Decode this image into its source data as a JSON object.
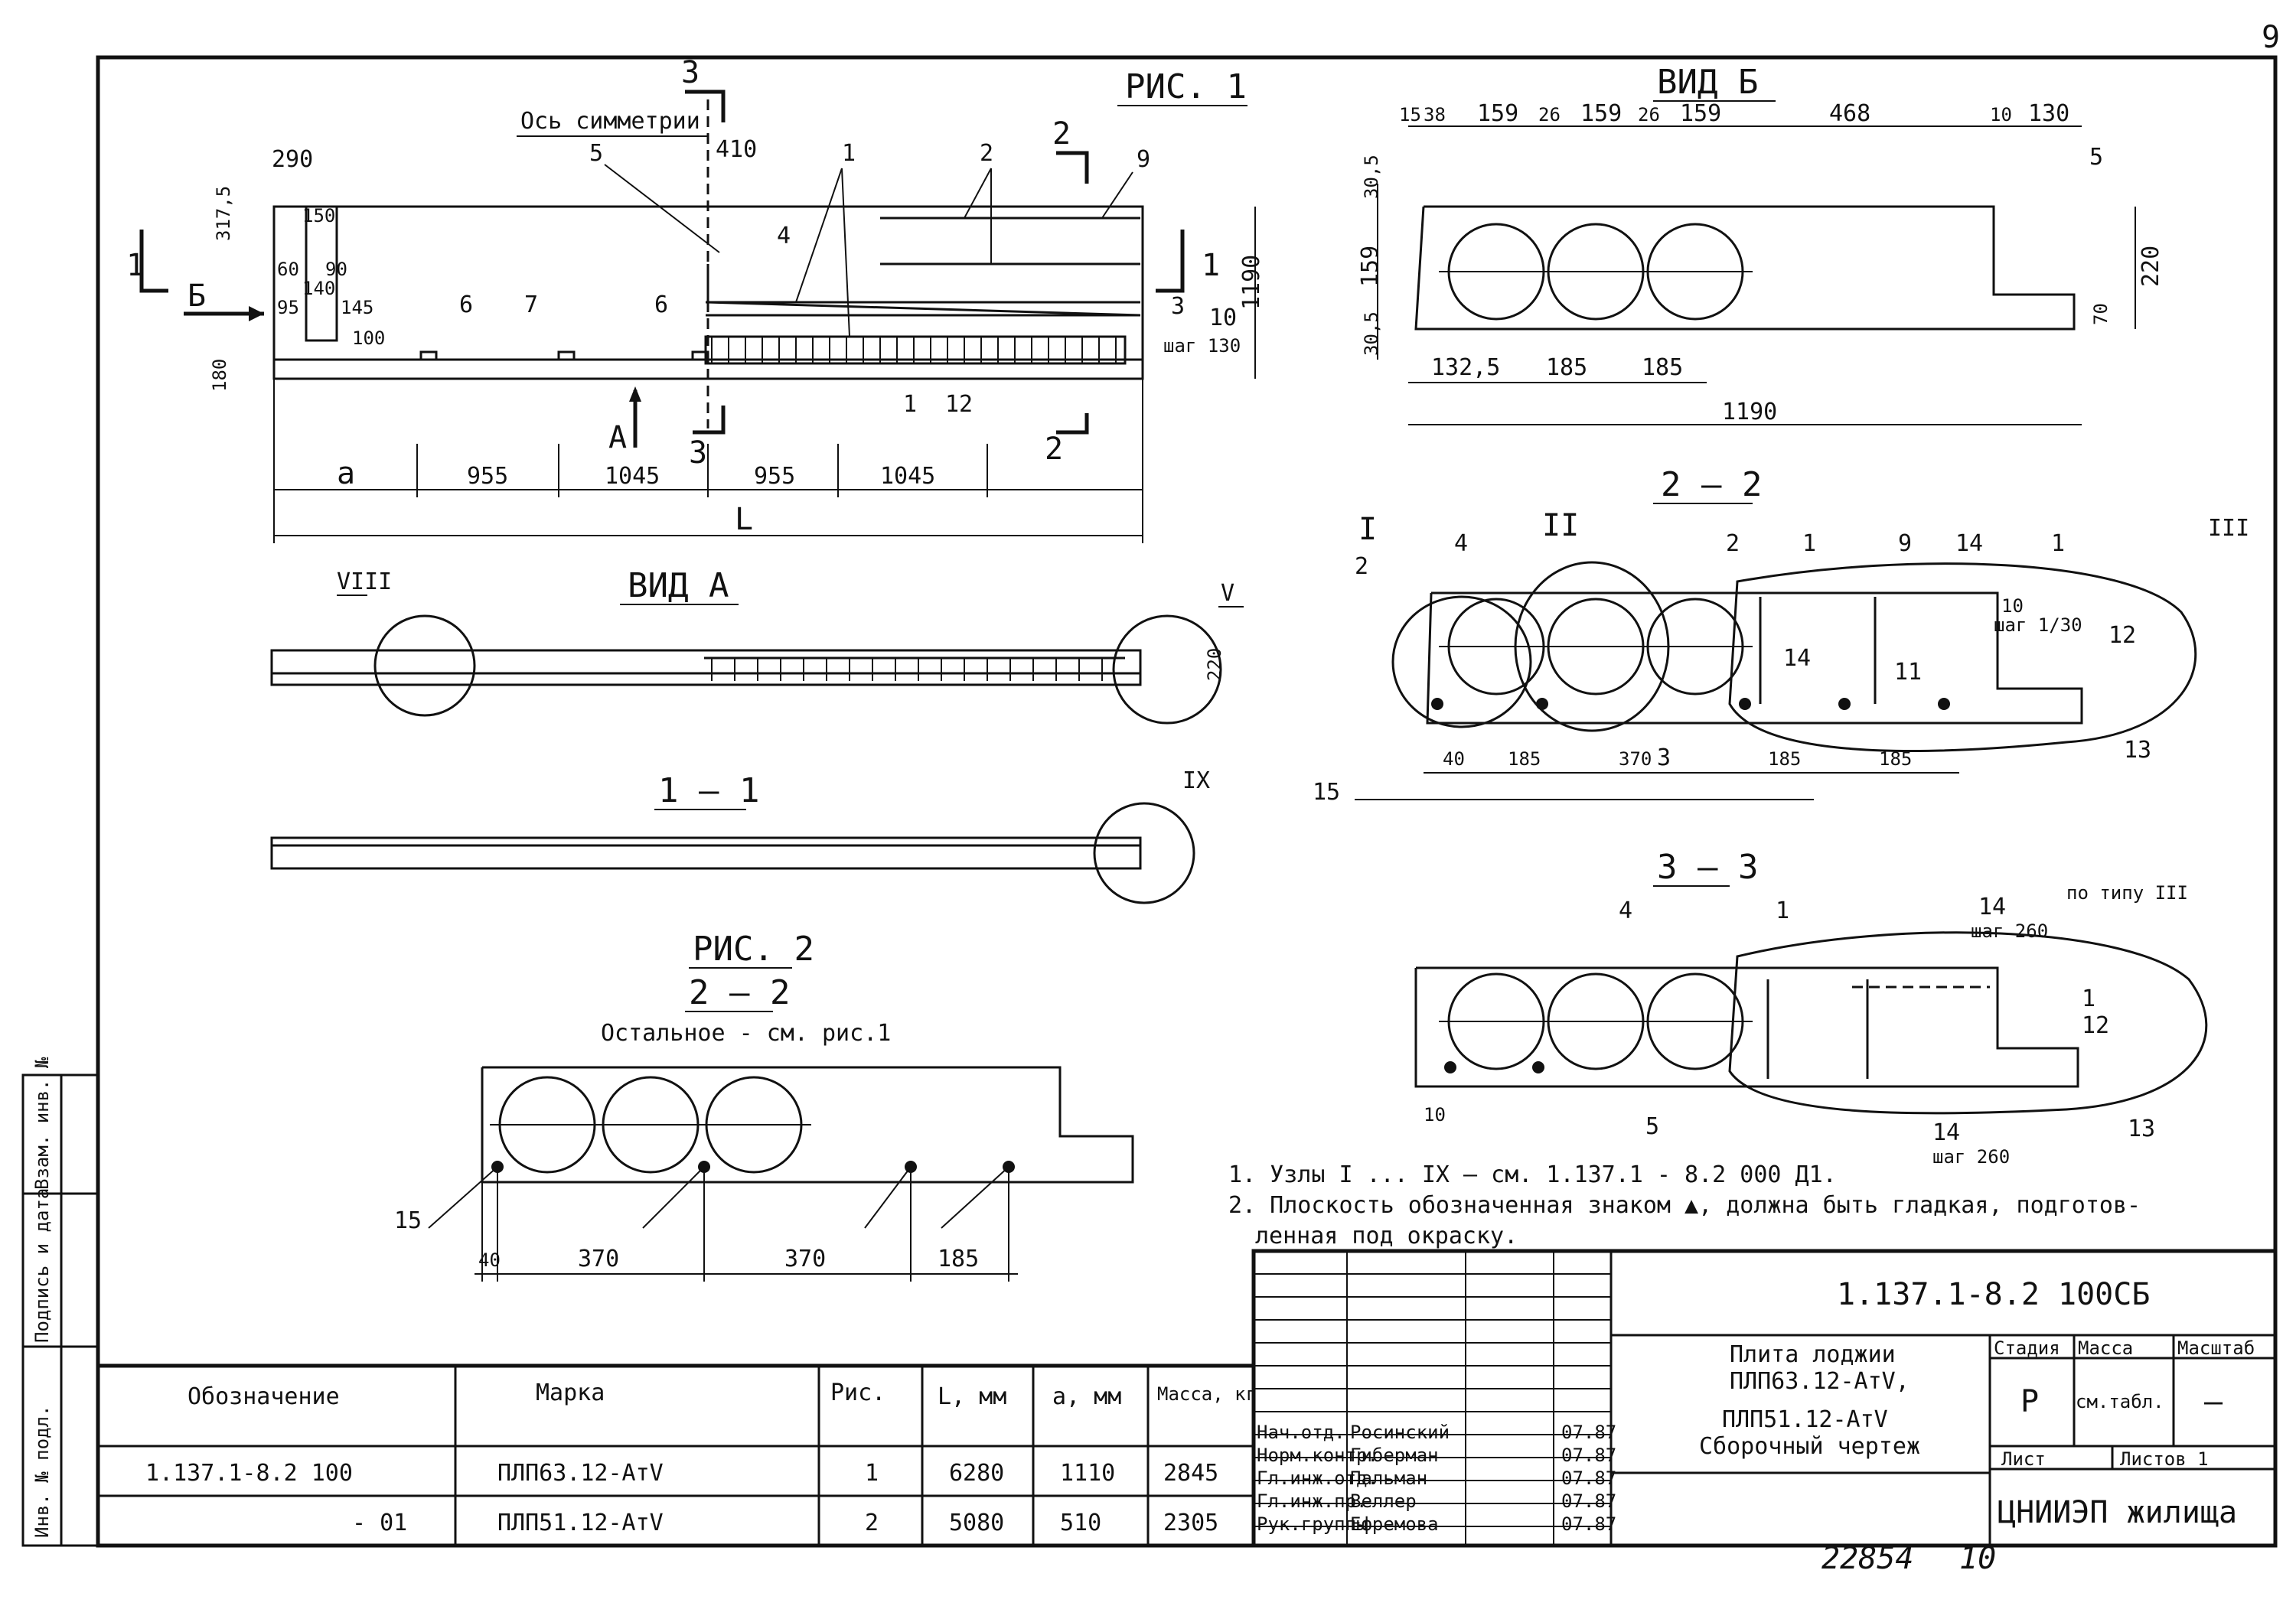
{
  "page_number": "9",
  "figures": {
    "fig1": {
      "title": "РИС. 1",
      "axis_label": "Ось симметрии",
      "view_b_arrow": "Б",
      "view_a_arrow": "А",
      "section_marks": [
        "1",
        "2",
        "3"
      ],
      "dims_top": [
        "290",
        "150",
        "60",
        "90",
        "140",
        "95",
        "145",
        "100",
        "317,5",
        "180",
        "410",
        "1190"
      ],
      "dims_bottom": [
        "a",
        "955",
        "1045",
        "955",
        "1045",
        "L"
      ],
      "callouts": [
        "5",
        "6",
        "7",
        "6",
        "4",
        "1",
        "2",
        "9",
        "3",
        "10",
        "1",
        "12"
      ],
      "step": "шаг 130"
    },
    "view_a": {
      "title": "ВИД А",
      "nodes": [
        "VIII",
        "V"
      ],
      "dim": "220"
    },
    "section_1_1": {
      "title": "1 — 1",
      "node": "IX"
    },
    "fig2": {
      "title": "РИС. 2",
      "subtitle": "2 — 2",
      "note": "Остальное - см. рис.1",
      "dims": [
        "40",
        "370",
        "370",
        "185"
      ],
      "callout": "15"
    },
    "view_b": {
      "title": "ВИД Б",
      "dims_top": [
        "15",
        "38",
        "159",
        "26",
        "159",
        "26",
        "159",
        "468",
        "10",
        "130"
      ],
      "dims_left": [
        "30,5",
        "159",
        "30,5"
      ],
      "dims_right": [
        "5",
        "220",
        "70"
      ],
      "dims_bottom": [
        "132,5",
        "185",
        "185",
        "1190"
      ]
    },
    "section_2_2": {
      "title": "2 — 2",
      "nodes": [
        "I",
        "II",
        "III"
      ],
      "callouts": [
        "2",
        "4",
        "2",
        "1",
        "9",
        "14",
        "1",
        "10",
        "12",
        "11",
        "13",
        "14",
        "3",
        "15"
      ],
      "step": "шаг 1/30",
      "dims": [
        "40",
        "185",
        "370",
        "185",
        "185"
      ]
    },
    "section_3_3": {
      "title": "3 — 3",
      "node_ref": "по типу III",
      "callouts": [
        "4",
        "1",
        "14",
        "1",
        "12",
        "5",
        "13",
        "14"
      ],
      "step_top": "шаг 260",
      "step_bottom": "шаг 260",
      "dim": "10"
    }
  },
  "notes": [
    "1. Узлы I ... IX — см. 1.137.1 - 8.2 000 Д1.",
    "2. Плоскость обозначенная знаком ▲, должна быть гладкая, подготов-",
    "ленная под окраску."
  ],
  "spec_table": {
    "headers": [
      "Обозначение",
      "Марка",
      "Рис.",
      "L, мм",
      "a, мм",
      "Масса, кг"
    ],
    "rows": [
      [
        "1.137.1-8.2 100",
        "ПЛП63.12-АтV",
        "1",
        "6280",
        "1110",
        "2845"
      ],
      [
        "- 01",
        "ПЛП51.12-АтV",
        "2",
        "5080",
        "510",
        "2305"
      ]
    ]
  },
  "side_stamp": [
    "Инв. № подл.",
    "Подпись и дата",
    "Взам. инв. №"
  ],
  "title_block": {
    "code": "1.137.1-8.2 100СБ",
    "name_lines": [
      "Плита лоджии",
      "ПЛП63.12-АтV,",
      "ПЛП51.12-АтV",
      "Сборочный чертеж"
    ],
    "stage_header": "Стадия",
    "mass_header": "Масса",
    "scale_header": "Масштаб",
    "stage": "Р",
    "mass": "см.табл.",
    "scale": "—",
    "sheet_label": "Лист",
    "sheets_label": "Листов 1",
    "org": "ЦНИИЭП жилища",
    "signatures": [
      {
        "role": "Нач.отд.",
        "name": "Росинский",
        "date": "07.87"
      },
      {
        "role": "Норм.контр.",
        "name": "Гиберман",
        "date": "07.87"
      },
      {
        "role": "Гл.инж.отд.",
        "name": "Пальман",
        "date": "07.87"
      },
      {
        "role": "Гл.инж.пр.",
        "name": "Веллер",
        "date": "07.87"
      },
      {
        "role": "Рук.группы",
        "name": "Ефремова",
        "date": "07.87"
      }
    ]
  },
  "footer": {
    "archive": "22854",
    "number": "10"
  }
}
